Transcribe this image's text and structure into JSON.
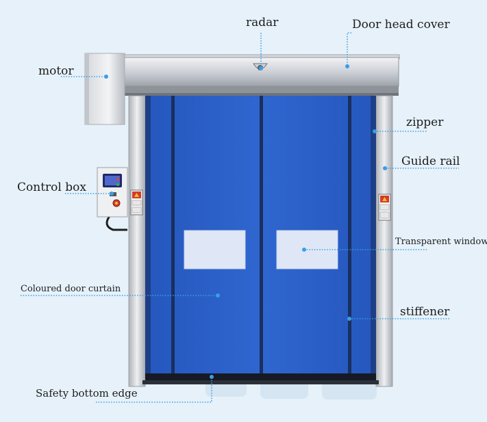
{
  "labels": {
    "radar": "radar",
    "door_head_cover": "Door head cover",
    "motor": "motor",
    "zipper": "zipper",
    "guide_rail": "Guide rail",
    "control_box": "Control box",
    "transparent_window": "Transparent window",
    "coloured_door_curtain": "Coloured door curtain",
    "stiffener": "stiffener",
    "safety_bottom_edge": "Safety bottom edge"
  },
  "colors": {
    "background": "#e6f1f9",
    "curtain": "#2a5fc6",
    "window": "#dfe7f7",
    "frame": "#c9ccd1",
    "leader": "#3a9ee6"
  }
}
